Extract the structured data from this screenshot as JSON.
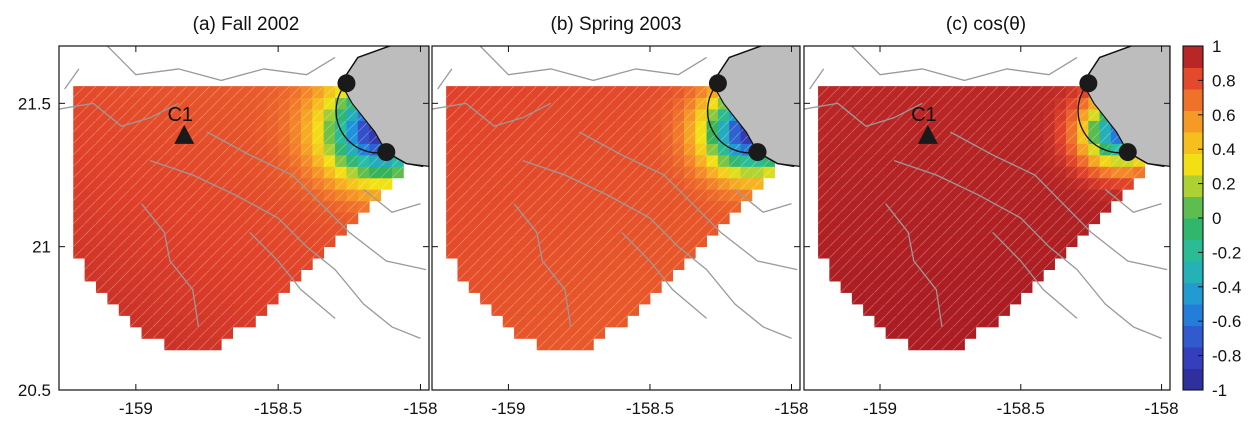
{
  "chart_data": {
    "type": "heatmap",
    "panels": [
      {
        "title": "(a) Fall 2002",
        "station": "C1",
        "pattern": "fall"
      },
      {
        "title": "(b) Spring 2003",
        "station": "",
        "pattern": "spring"
      },
      {
        "title": "(c) cos(θ)",
        "station": "C1",
        "pattern": "cos"
      }
    ],
    "x_ticks": [
      "-159",
      "-158.5",
      "-158"
    ],
    "x_tick_values": [
      -159,
      -158.5,
      -158
    ],
    "y_ticks": [
      "21.5",
      "21",
      "20.5"
    ],
    "y_tick_values": [
      21.5,
      21,
      20.5
    ],
    "xlim": [
      -159.27,
      -157.97
    ],
    "ylim": [
      20.5,
      21.7
    ],
    "colorbar": {
      "range": [
        -1,
        1
      ],
      "tick_values": [
        1,
        0.8,
        0.6,
        0.4,
        0.2,
        0,
        -0.2,
        -0.4,
        -0.6,
        -0.8,
        -1
      ],
      "tick_labels": [
        "1",
        "0.8",
        "0.6",
        "0.4",
        "0.2",
        "0",
        "-0.2",
        "-0.4",
        "-0.6",
        "-0.8",
        "-1"
      ]
    },
    "markers": {
      "station_C1": {
        "lon": -158.83,
        "lat": 21.39
      },
      "radar_sites": [
        {
          "lon": -158.26,
          "lat": 21.57
        },
        {
          "lon": -158.12,
          "lat": 21.33
        }
      ]
    },
    "colors": {
      "land": "#bdbdbd",
      "contour": "#9a9a9a",
      "grid_line": "#ffffff"
    }
  }
}
